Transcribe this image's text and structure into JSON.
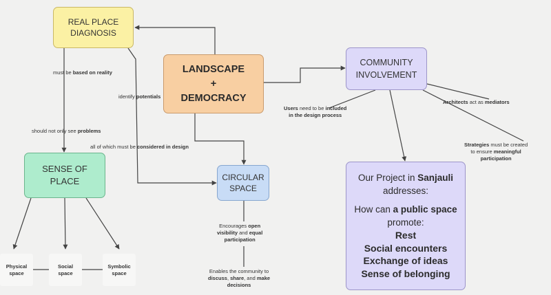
{
  "nodes": {
    "diagnosis": {
      "line1": "REAL PLACE",
      "line2": "DIAGNOSIS"
    },
    "landscape": {
      "line1": "LANDSCAPE",
      "line2": "+",
      "line3": "DEMOCRACY"
    },
    "community": {
      "line1": "COMMUNITY",
      "line2": "INVOLVEMENT"
    },
    "sense": {
      "line1": "SENSE OF",
      "line2": "PLACE"
    },
    "circular": {
      "line1": "CIRCULAR",
      "line2": "SPACE"
    },
    "physical": {
      "line1": "Physical",
      "line2": "space"
    },
    "social": {
      "line1": "Social",
      "line2": "space"
    },
    "symbolic": {
      "line1": "Symbolic",
      "line2": "space"
    },
    "project": {
      "intro_a": "Our Project in ",
      "intro_b": "Sanjauli",
      "intro_c": "addresses:",
      "q_a": "How can ",
      "q_b": "a public space",
      "q_c": "promote:",
      "items": [
        "Rest",
        "Social encounters",
        "Exchange of ideas",
        "Sense of belonging"
      ]
    }
  },
  "labels": {
    "based_on_reality": {
      "a": "must be ",
      "b": "based on reality"
    },
    "not_only_problems": {
      "a": "should not only see ",
      "b": "problems"
    },
    "identify_potentials": {
      "a": "identify ",
      "b": "potentials"
    },
    "considered_in_design": {
      "a": "all of which must be ",
      "b": "considered in design"
    },
    "users_included": {
      "a": "Users",
      "b": " need to be ",
      "c": "included",
      "d": "in the design process"
    },
    "architects_mediators": {
      "a": "Architects",
      "b": " act as ",
      "c": "mediators"
    },
    "strategies": {
      "a": "Strategies",
      "b": " must be created",
      "c": "to ensure ",
      "d": "meaningful",
      "e": "participation"
    },
    "encourages": {
      "a": "Encourages ",
      "b": "open",
      "c": "visibility",
      "d": " and ",
      "e": "equal",
      "f": "participation"
    },
    "enables": {
      "a": "Enables the community to",
      "b": "discuss",
      "c": ", ",
      "d": "share",
      "e": ", and ",
      "f": "make",
      "g": "decisions"
    }
  },
  "colors": {
    "diagnosis": "#fbf1a4",
    "landscape": "#f8cfa2",
    "community": "#ddd9f9",
    "sense": "#aeeccd",
    "circular": "#c8dcf6",
    "line": "#444444",
    "background": "#f1f1f0"
  }
}
